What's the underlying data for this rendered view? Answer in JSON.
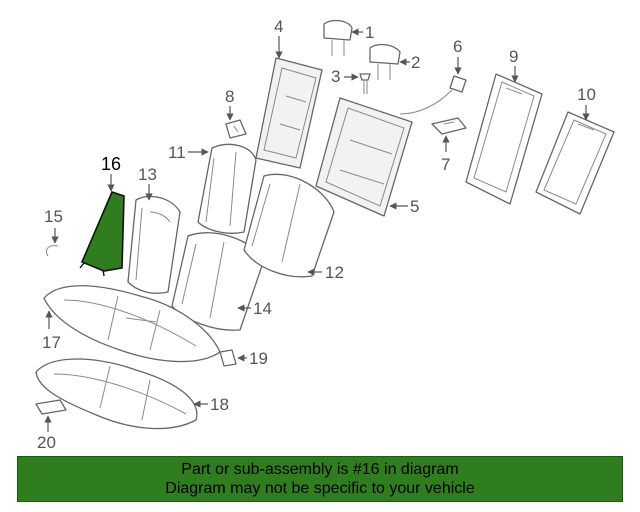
{
  "diagram": {
    "highlight_color": "#2f7d1f",
    "callouts": [
      "1",
      "2",
      "3",
      "4",
      "5",
      "6",
      "7",
      "8",
      "9",
      "10",
      "11",
      "12",
      "13",
      "14",
      "15",
      "16",
      "17",
      "18",
      "19",
      "20"
    ],
    "highlighted_part": "16"
  },
  "banner": {
    "line1": "Part or sub-assembly is #16 in diagram",
    "line2": "Diagram may not be specific to your vehicle",
    "background": "#2f7d1f"
  }
}
